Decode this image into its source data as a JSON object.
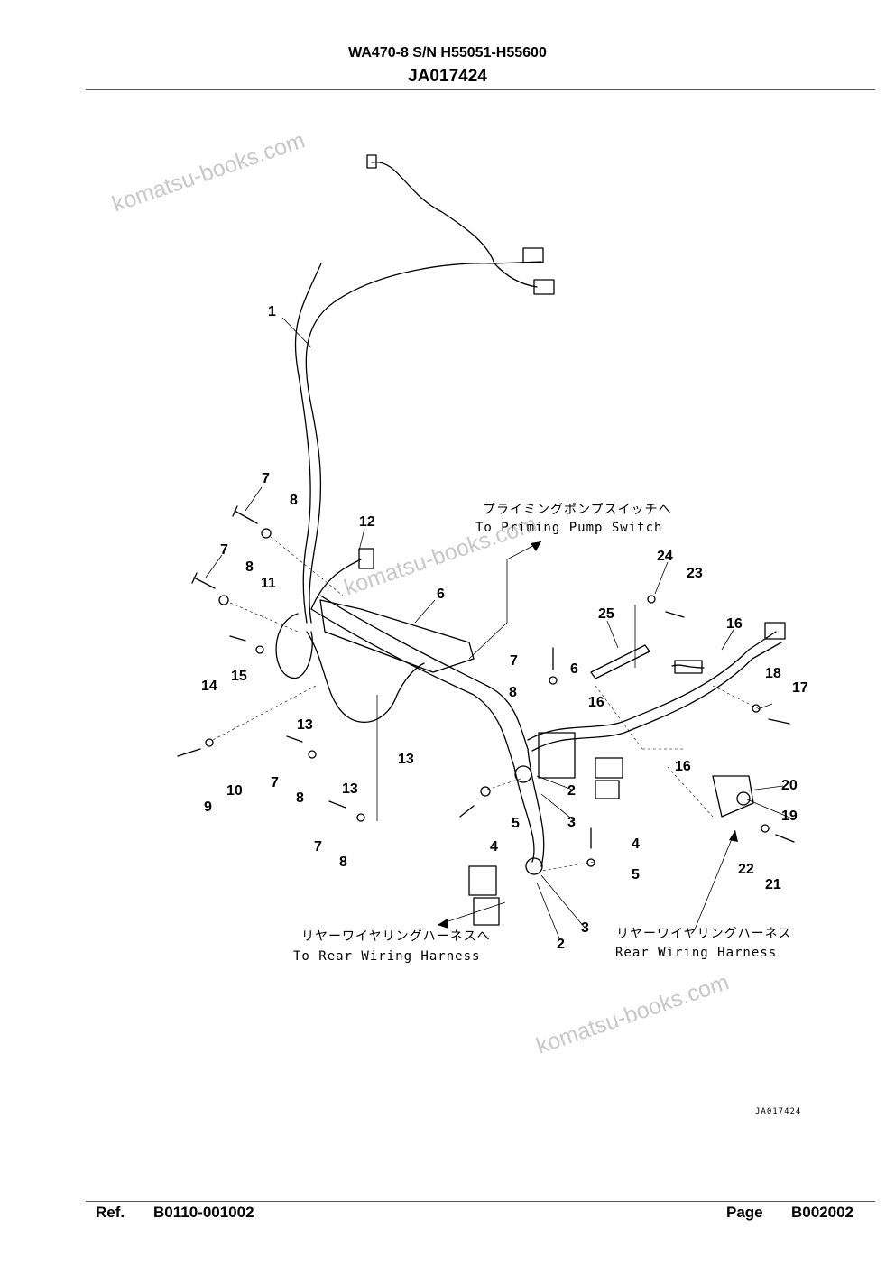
{
  "header": {
    "model": "WA470-8 S/N H55051-H55600",
    "document_id": "JA017424"
  },
  "watermark": "komatsu-books.com",
  "annotations": {
    "priming_jp": "プライミングポンプスイッチへ",
    "priming_en": "To Priming Pump Switch",
    "rear_to_jp": "リヤーワイヤリングハーネスへ",
    "rear_to_en": "To Rear Wiring Harness",
    "rear_jp": "リヤーワイヤリングハーネス",
    "rear_en": "Rear Wiring Harness"
  },
  "drawing_code": "JA017424",
  "callouts": {
    "c1": "1",
    "c7a": "7",
    "c8a": "8",
    "c12": "12",
    "c7b": "7",
    "c8b": "8",
    "c11": "11",
    "c6a": "6",
    "c14": "14",
    "c15": "15",
    "c13a": "13",
    "c13b": "13",
    "c13c": "13",
    "c9": "9",
    "c10": "10",
    "c7c": "7",
    "c8c": "8",
    "c7d": "7",
    "c8d": "8",
    "c7e": "7",
    "c8e": "8",
    "c6b": "6",
    "c24": "24",
    "c23": "23",
    "c25": "25",
    "c16a": "16",
    "c16b": "16",
    "c16c": "16",
    "c18": "18",
    "c17": "17",
    "c2a": "2",
    "c3a": "3",
    "c5a": "5",
    "c4a": "4",
    "c4b": "4",
    "c5b": "5",
    "c3b": "3",
    "c2b": "2",
    "c20": "20",
    "c19": "19",
    "c22": "22",
    "c21": "21"
  },
  "footer": {
    "ref_label": "Ref.",
    "ref_value": "B0110-001002",
    "page_label": "Page",
    "page_value": "B002002"
  }
}
